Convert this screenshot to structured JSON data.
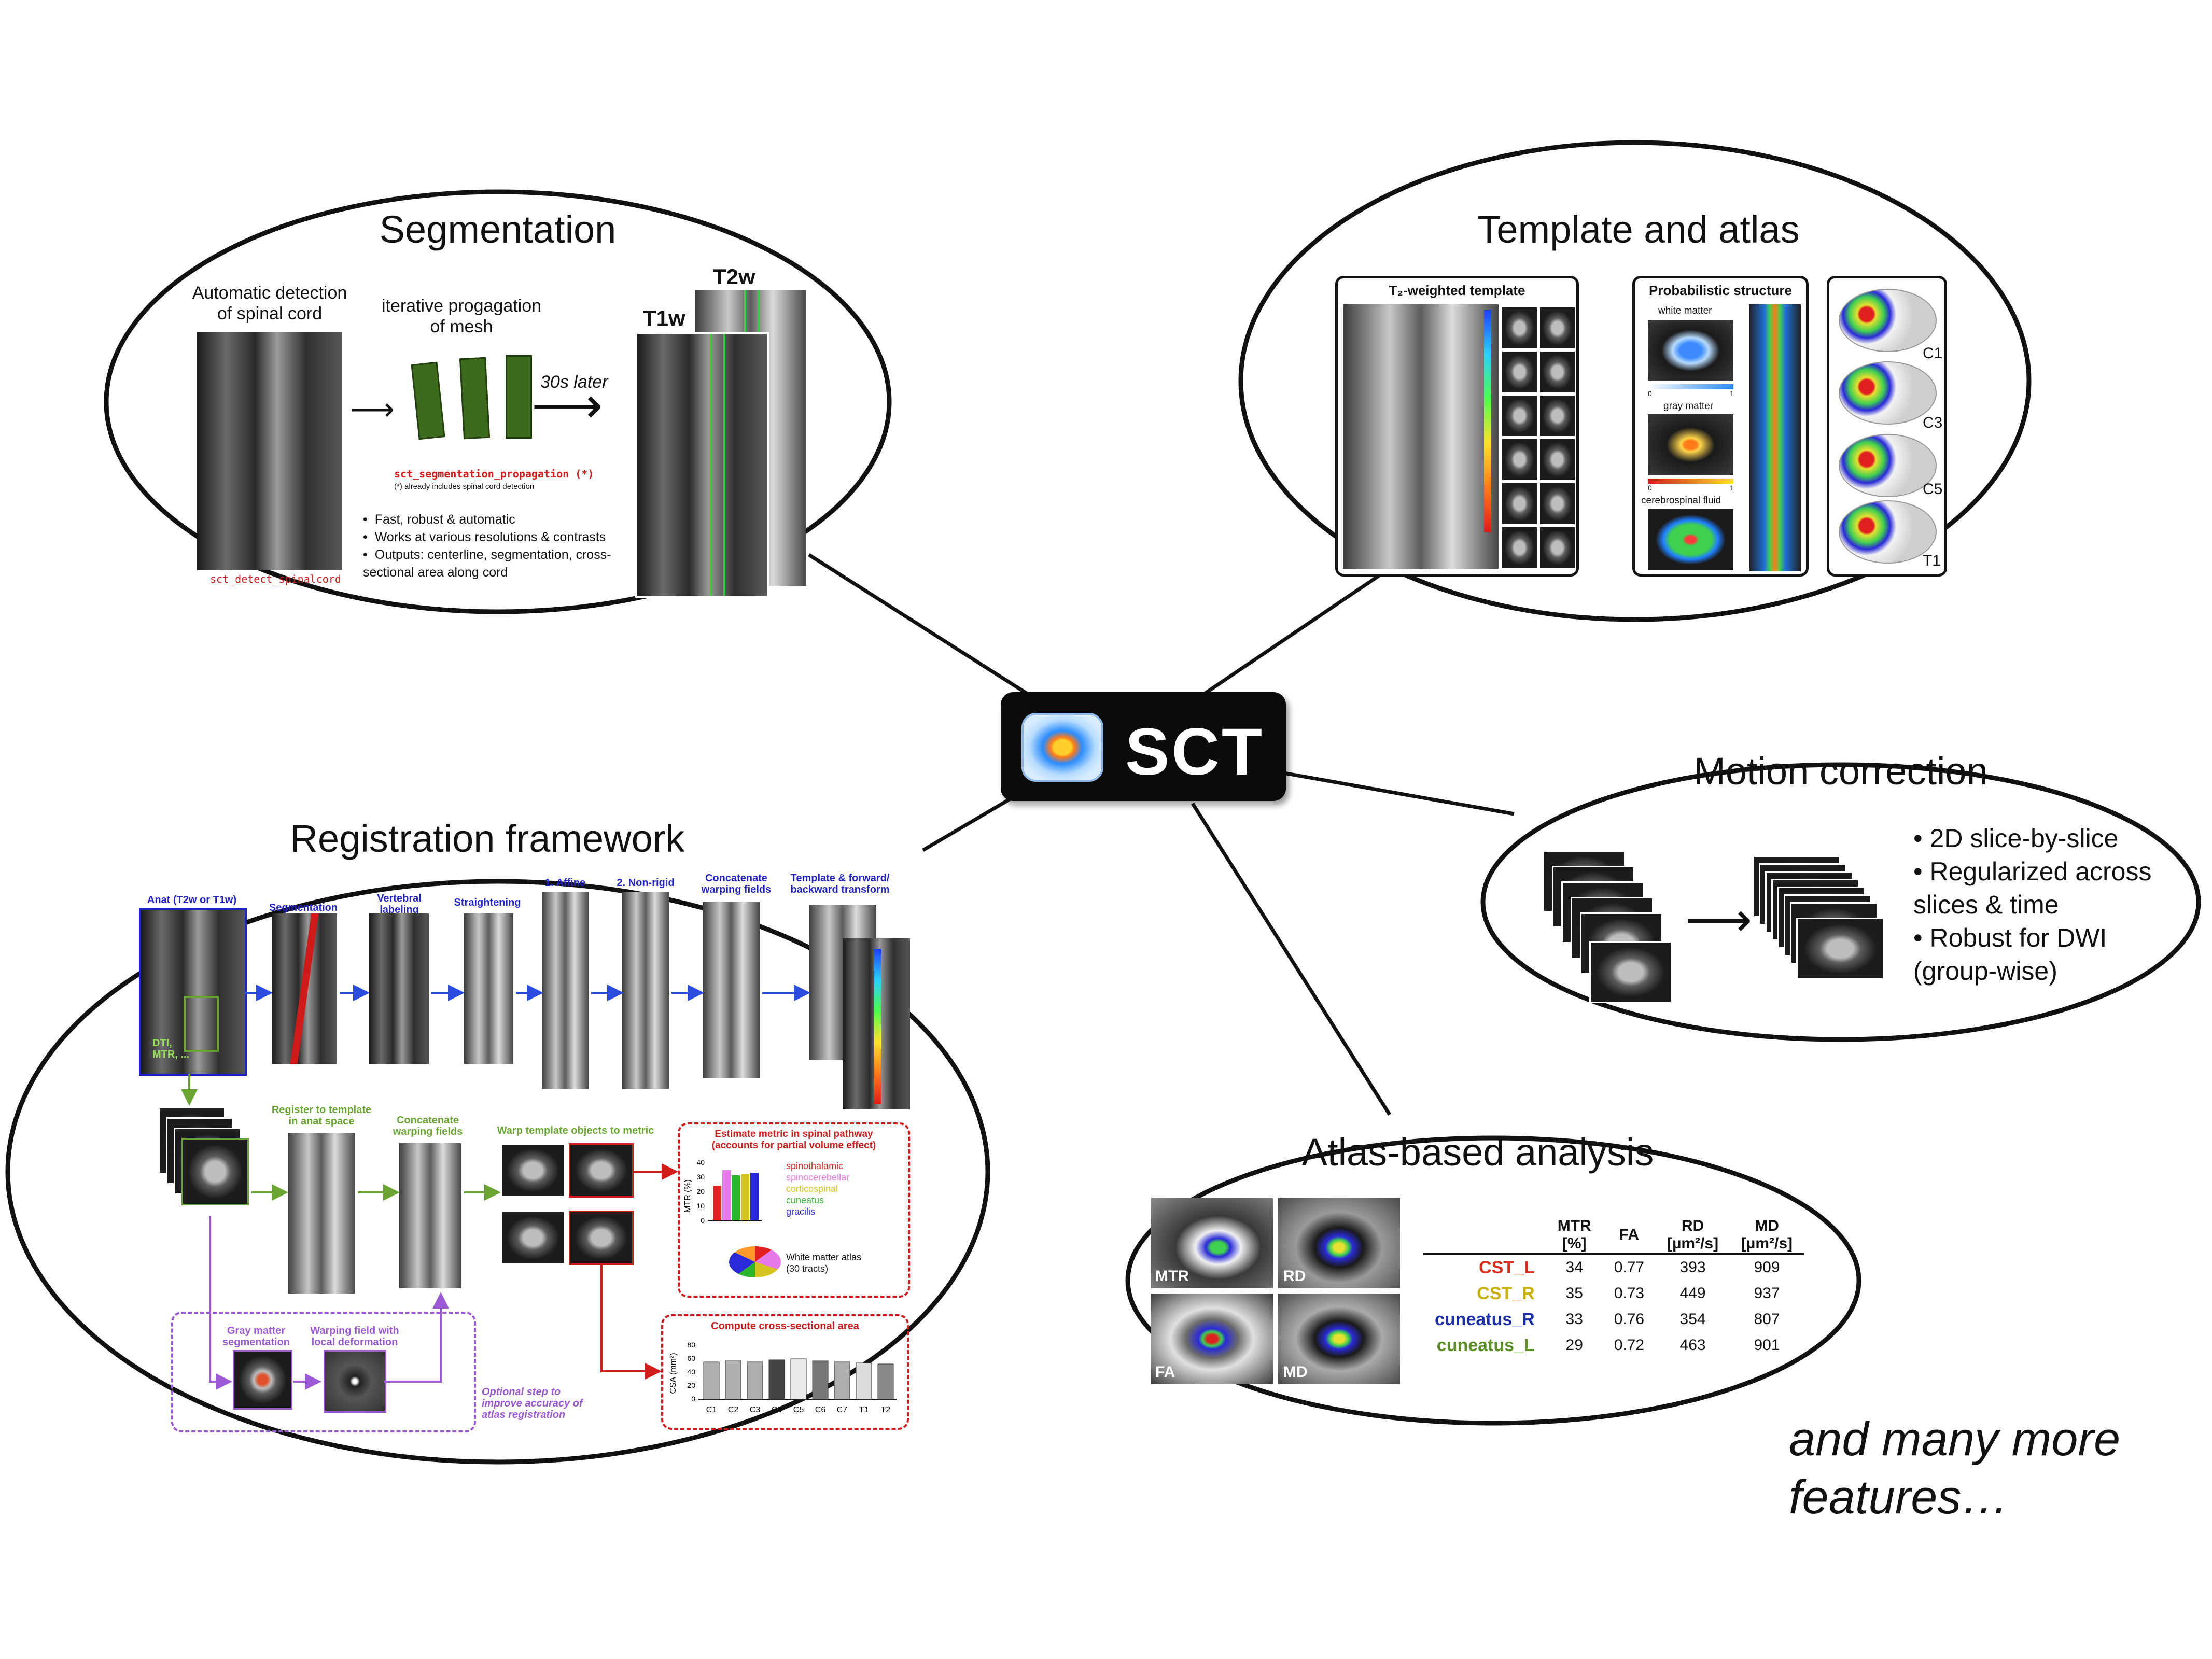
{
  "center": {
    "label": "SCT"
  },
  "segmentation": {
    "title": "Segmentation",
    "detect_caption": "Automatic detection\nof spinal cord",
    "propagation_caption": "iterative progagation\nof mesh",
    "later_label": "30s later",
    "t1w_label": "T1w",
    "t2w_label": "T2w",
    "cmd_detect": "sct_detect_spinalcord",
    "cmd_propagation": "sct_segmentation_propagation (*)",
    "cmd_note": "(*) already includes spinal cord detection",
    "bullets": [
      "Fast, robust & automatic",
      "Works at various resolutions & contrasts",
      "Outputs: centerline, segmentation, cross-\nsectional area along cord"
    ]
  },
  "template": {
    "title": "Template and atlas",
    "t2_template_label": "T₂-weighted template",
    "prob_label": "Probabilistic structure",
    "wm_label": "white matter",
    "gm_label": "gray matter",
    "csf_label": "cerebrospinal fluid",
    "scale_min": "0",
    "scale_max": "1",
    "levels": [
      "C1",
      "C3",
      "C5",
      "T1"
    ]
  },
  "motion": {
    "title": "Motion correction",
    "bullets": [
      "2D slice-by-slice",
      "Regularized across\nslices & time",
      "Robust for DWI\n(group-wise)"
    ]
  },
  "registration": {
    "title": "Registration framework",
    "steps": [
      "Anat (T2w or T1w)",
      "Segmentation",
      "Vertebral\nlabeling",
      "Straightening",
      "1. Affine",
      "2. Non-rigid",
      "Concatenate\nwarping fields",
      "Template & forward/\nbackward transform"
    ],
    "anat_note": "DTI,\nMTR, ...",
    "green_steps": [
      "Register to template\nin anat space",
      "Concatenate\nwarping fields",
      "Warp template objects to metric"
    ],
    "estimate_title": "Estimate metric in spinal pathway\n(accounts for partial volume effect)",
    "mtr_axis": "MTR (%)",
    "mtr_ticks": [
      "40",
      "30",
      "20",
      "10",
      "0"
    ],
    "tracts": [
      {
        "name": "spinothalamic",
        "color": "#e02020"
      },
      {
        "name": "spinocerebellar",
        "color": "#e879e8"
      },
      {
        "name": "corticospinal",
        "color": "#d6c520"
      },
      {
        "name": "cuneatus",
        "color": "#2bb52b"
      },
      {
        "name": "gracilis",
        "color": "#2a2ad8"
      }
    ],
    "wm_atlas_label": "White matter atlas\n(30 tracts)",
    "csa_title": "Compute cross-sectional area",
    "csa_axis": "CSA (mm²)",
    "csa_ticks": [
      "80",
      "60",
      "40",
      "20",
      "0"
    ],
    "csa_levels": [
      "C1",
      "C2",
      "C3",
      "C4",
      "C5",
      "C6",
      "C7",
      "T1",
      "T2"
    ],
    "gm_seg_label": "Gray matter\nsegmentation",
    "warp_local_label": "Warping field with\nlocal deformation",
    "optional_note": "Optional step to\nimprove accuracy of\natlas registration"
  },
  "atlas": {
    "title": "Atlas-based analysis",
    "map_labels": [
      "MTR",
      "RD",
      "FA",
      "MD"
    ],
    "columns": [
      "",
      "MTR\n[%]",
      "FA",
      "RD\n[µm²/s]",
      "MD\n[µm²/s]"
    ],
    "rows": [
      {
        "name": "CST_L",
        "color": "#e02a1a",
        "values": [
          "34",
          "0.77",
          "393",
          "909"
        ]
      },
      {
        "name": "CST_R",
        "color": "#c9b000",
        "values": [
          "35",
          "0.73",
          "449",
          "937"
        ]
      },
      {
        "name": "cuneatus_R",
        "color": "#1c2fa8",
        "values": [
          "33",
          "0.76",
          "354",
          "807"
        ]
      },
      {
        "name": "cuneatus_L",
        "color": "#5e8e2a",
        "values": [
          "29",
          "0.72",
          "463",
          "901"
        ]
      }
    ]
  },
  "more": {
    "text": "and many more\nfeatures…"
  }
}
